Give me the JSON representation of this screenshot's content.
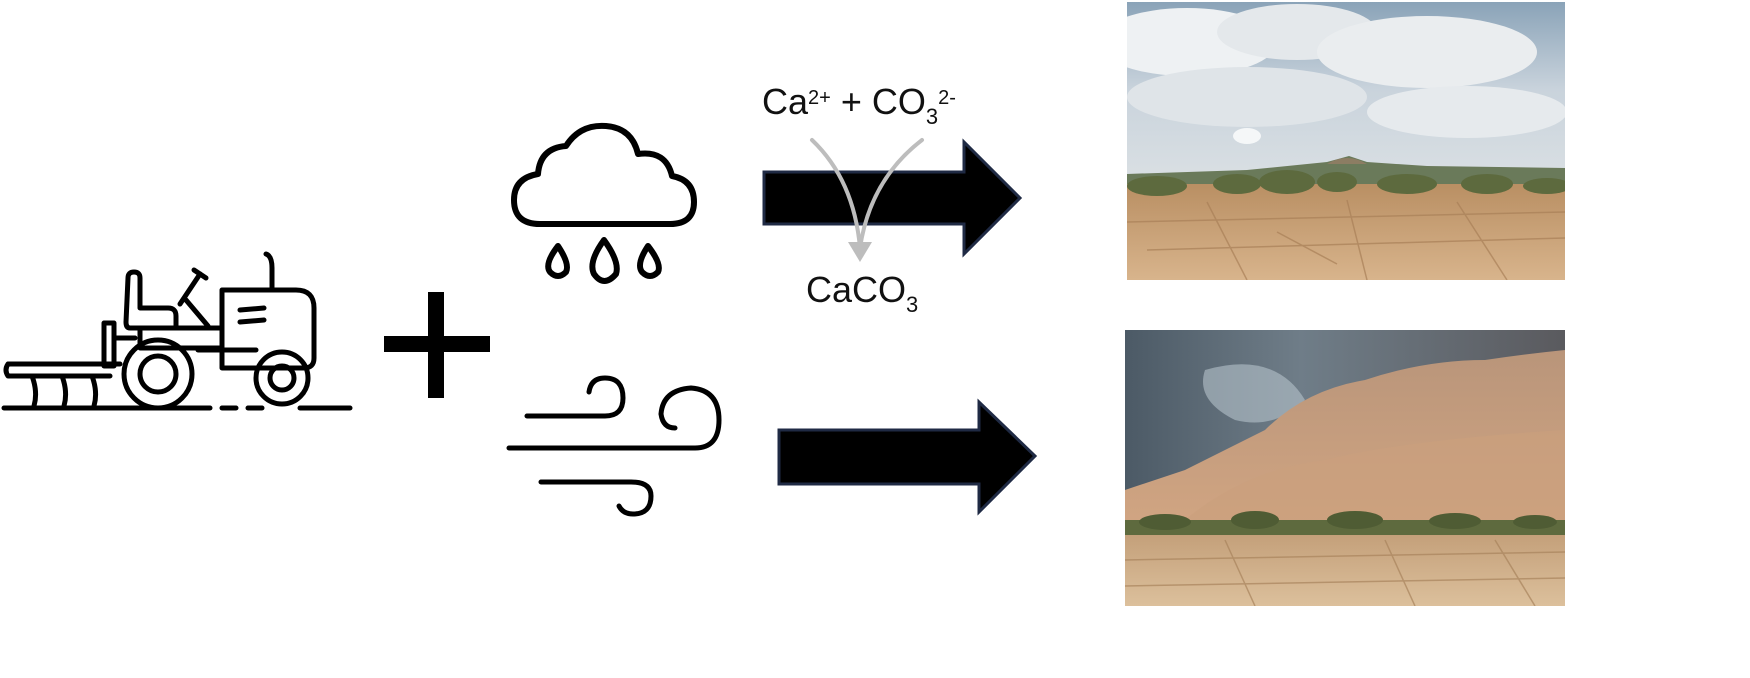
{
  "reaction": {
    "reactant_ca": "Ca",
    "reactant_ca_charge": "2+",
    "plus": "+",
    "reactant_co": "CO",
    "reactant_co_sub": "3",
    "reactant_co_charge": "2-",
    "product_base": "CaCO",
    "product_sub": "3"
  },
  "colors": {
    "arrow_fill": "#000000",
    "arrow_stroke": "#1f2a44",
    "reaction_arrow": "#bdbdbd",
    "icon_stroke": "#000000"
  },
  "icons": {
    "tractor": "tractor-icon",
    "plus": "plus-icon",
    "rain": "rain-cloud-icon",
    "wind": "wind-icon"
  }
}
